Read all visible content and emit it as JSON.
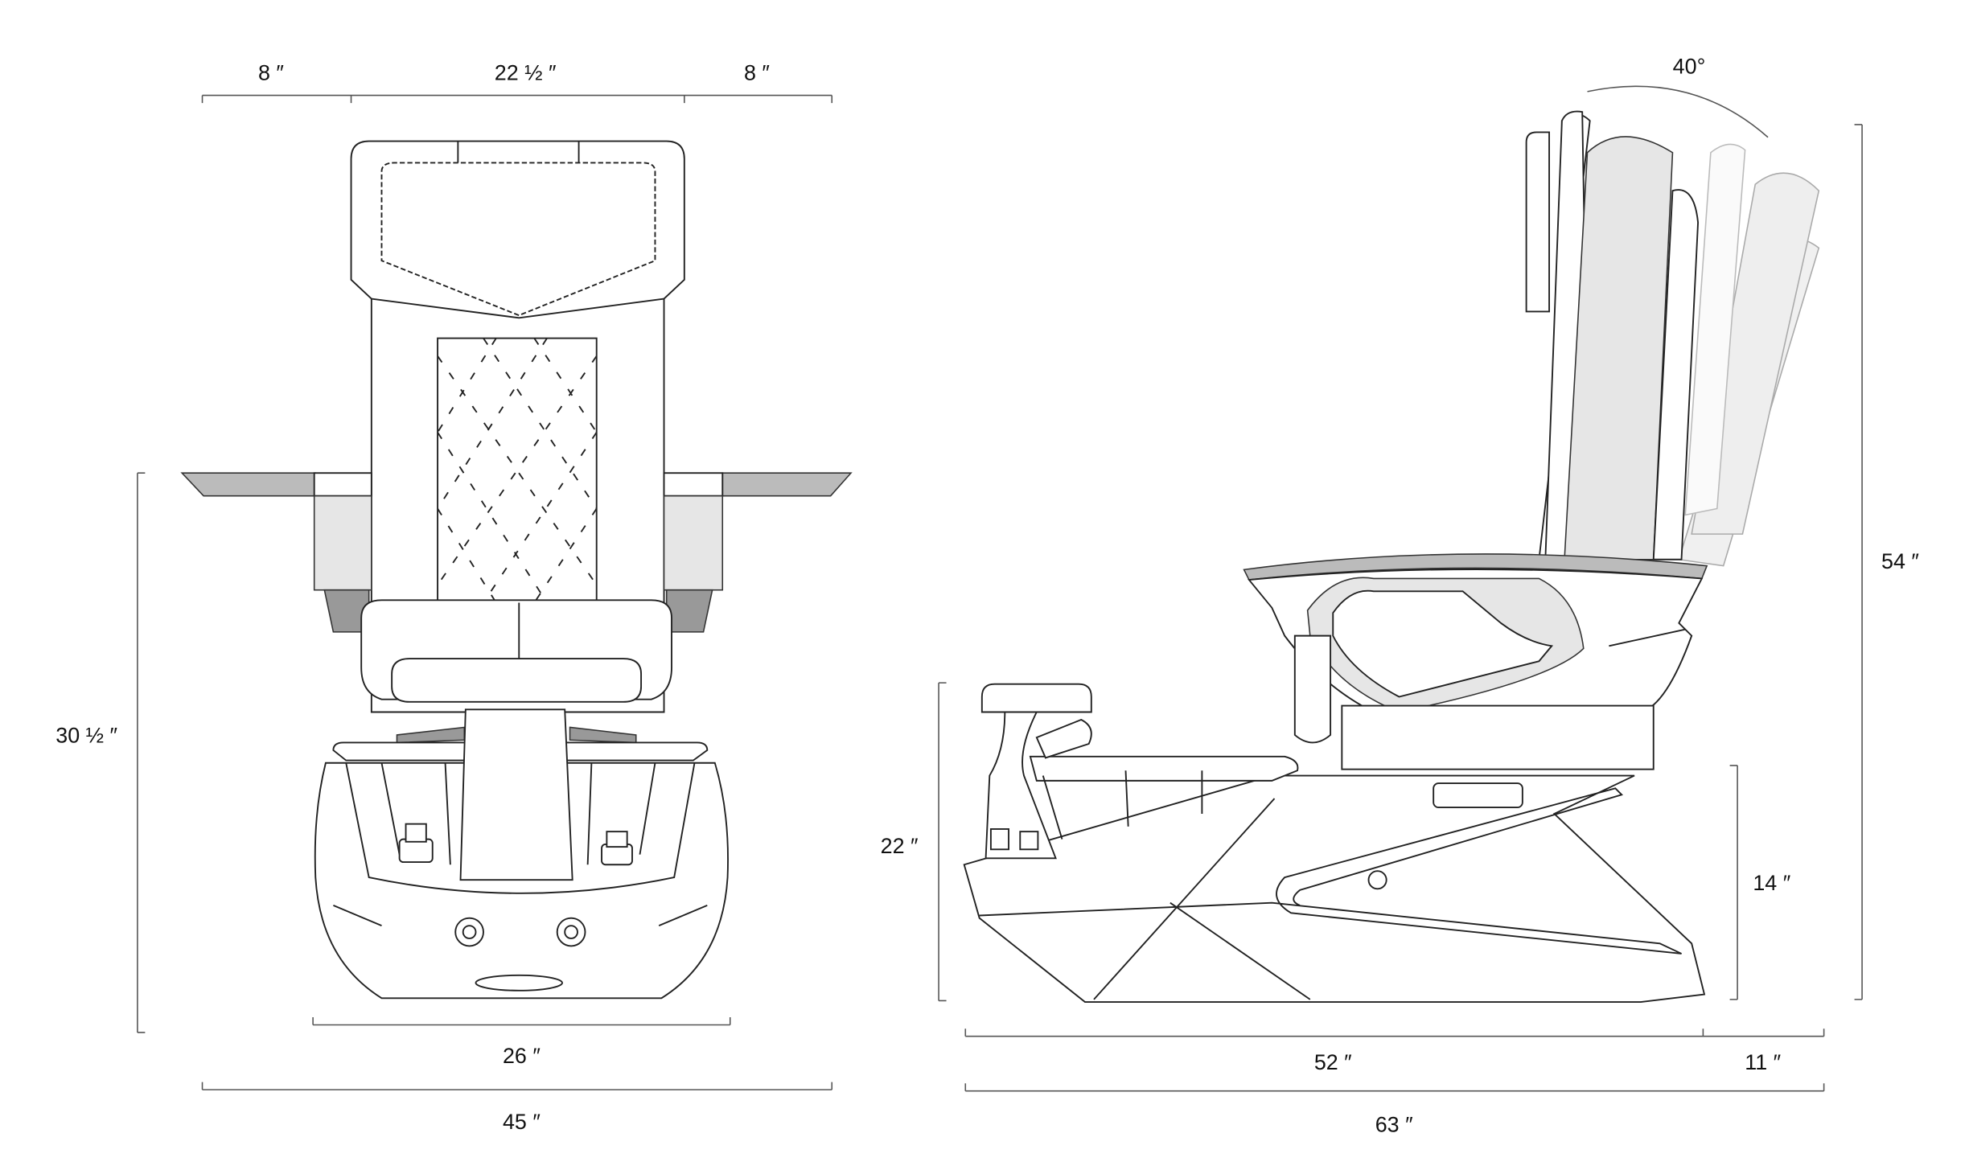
{
  "front_view": {
    "dimensions": {
      "top_left_width": "8 ″",
      "top_center_width": "22 ½ ″",
      "top_right_width": "8 ″",
      "height": "30 ½ ″",
      "base_width": "26 ″",
      "overall_width": "45 ″"
    }
  },
  "side_view": {
    "dimensions": {
      "recline_angle": "40°",
      "overall_height": "54 ″",
      "basin_height": "22 ″",
      "seat_base_height": "14 ″",
      "base_length": "52 ″",
      "recline_extension": "11 ″",
      "overall_length": "63 ″"
    }
  },
  "colors": {
    "line": "#222222",
    "shade_dark": "#999999",
    "shade_mid": "#bbbbbb",
    "shade_light": "#e6e6e6"
  }
}
